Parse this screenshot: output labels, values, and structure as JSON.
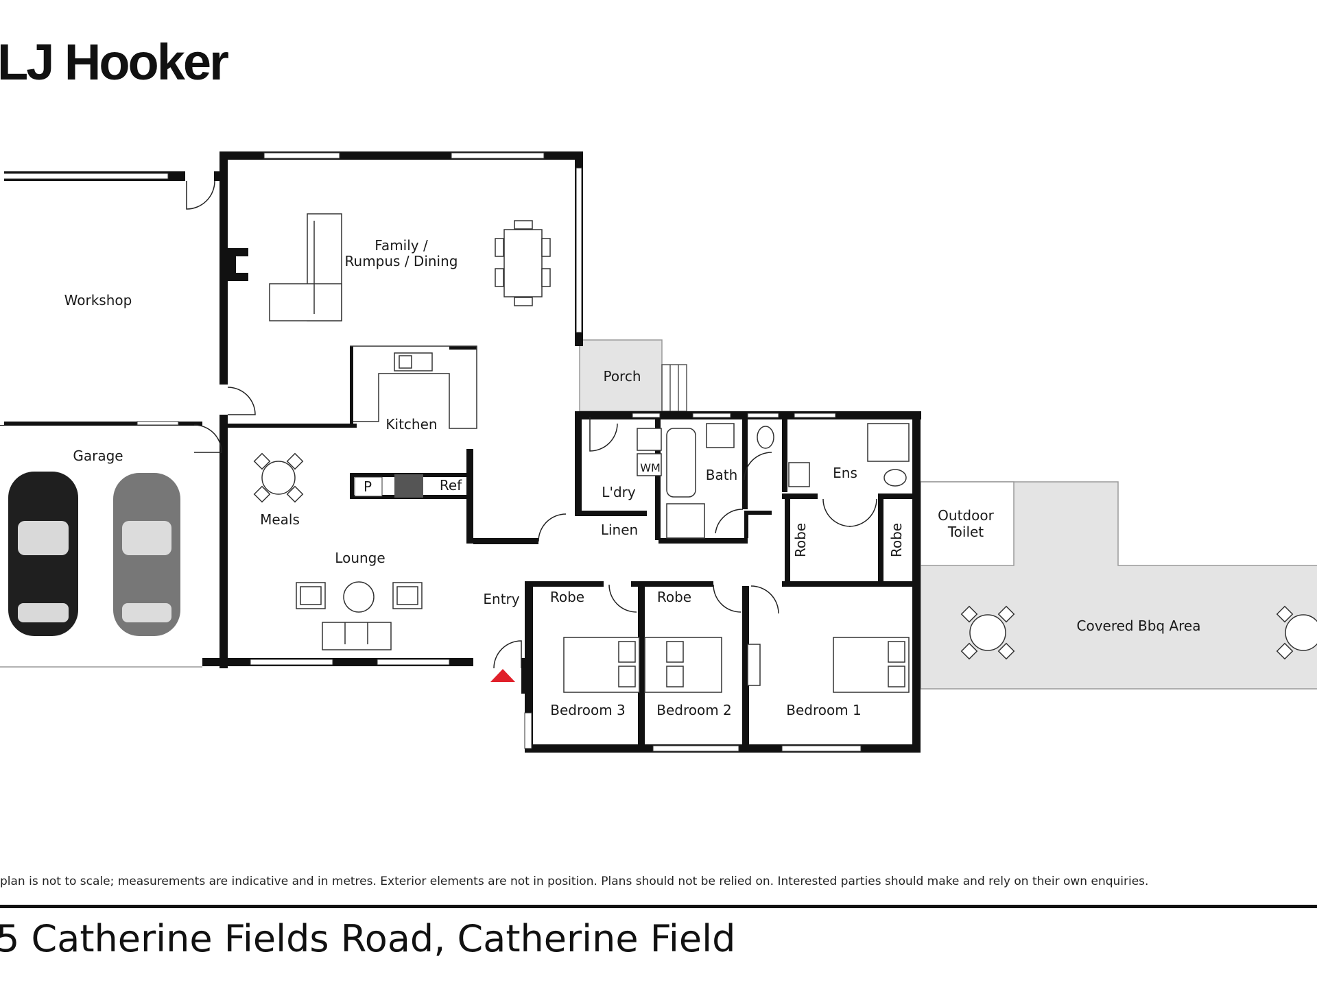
{
  "brand": {
    "logo_text": "LJ Hooker"
  },
  "rooms": {
    "workshop": "Workshop",
    "family_line1": "Family /",
    "family_line2": "Rumpus / Dining",
    "porch": "Porch",
    "kitchen": "Kitchen",
    "garage": "Garage",
    "meals": "Meals",
    "lounge": "Lounge",
    "laundry": "L'dry",
    "wm": "WM",
    "bath": "Bath",
    "ensuite": "Ens",
    "linen": "Linen",
    "pantry": "P",
    "fridge": "Ref",
    "entry": "Entry",
    "robe": "Robe",
    "outdoor_toilet_line1": "Outdoor",
    "outdoor_toilet_line2": "Toilet",
    "covered_bbq": "Covered Bbq Area",
    "bedroom3": "Bedroom 3",
    "bedroom2": "Bedroom 2",
    "bedroom1": "Bedroom 1"
  },
  "footer": {
    "disclaimer": "plan is not to scale; measurements are indicative and in metres. Exterior elements are not in position. Plans should not be relied on. Interested parties should make and rely on their own enquiries.",
    "address": "5 Catherine Fields Road, Catherine Field"
  },
  "colors": {
    "wall": "#111111",
    "outdoor_area": "#e4e4e4",
    "entry_marker": "#e0202a",
    "window": "#ffffff"
  }
}
